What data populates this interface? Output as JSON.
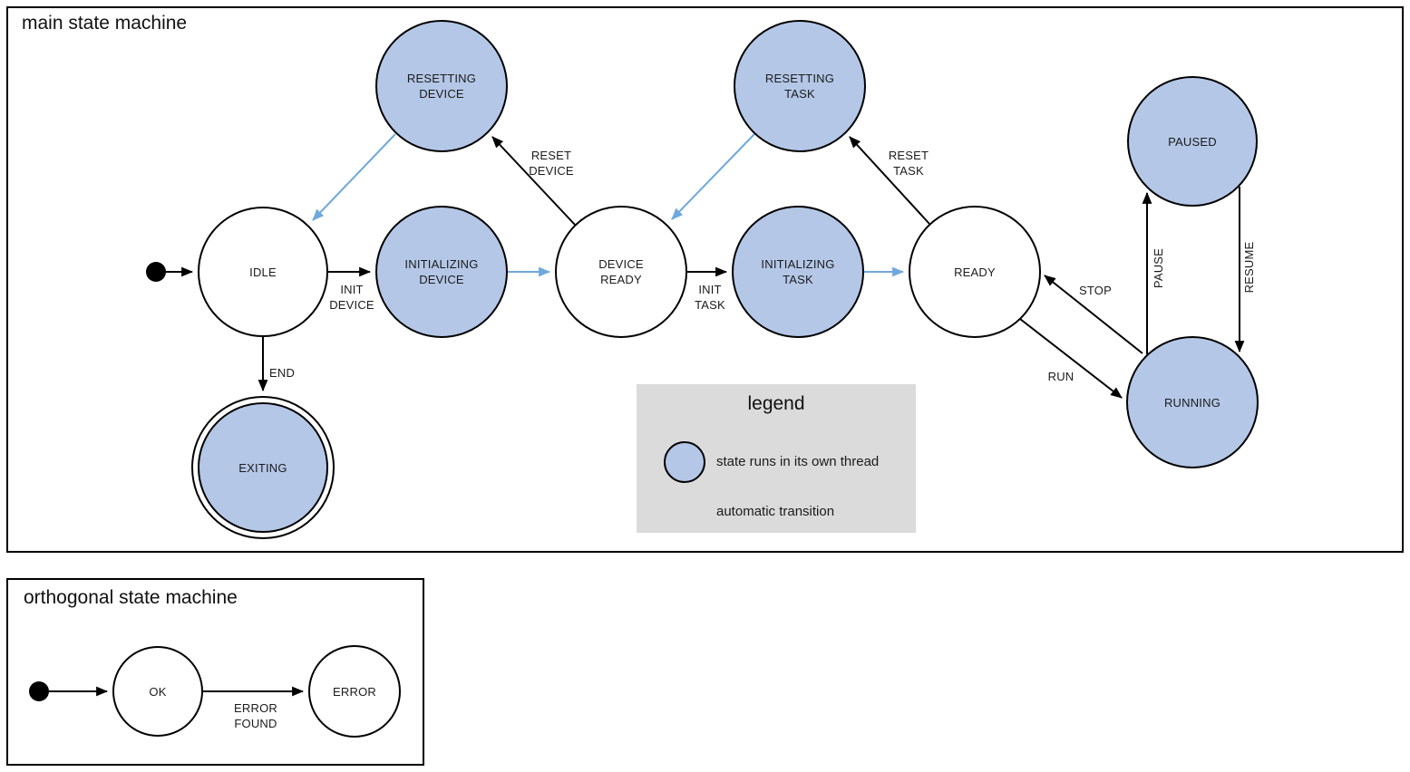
{
  "main": {
    "title": "main state machine",
    "states": {
      "idle": "IDLE",
      "resetting_device": "RESETTING\nDEVICE",
      "initializing_device": "INITIALIZING\nDEVICE",
      "device_ready": "DEVICE\nREADY",
      "resetting_task": "RESETTING\nTASK",
      "initializing_task": "INITIALIZING\nTASK",
      "ready": "READY",
      "paused": "PAUSED",
      "running": "RUNNING",
      "exiting": "EXITING"
    },
    "transitions": {
      "init_device": "INIT\nDEVICE",
      "reset_device": "RESET\nDEVICE",
      "init_task": "INIT\nTASK",
      "reset_task": "RESET\nTASK",
      "stop": "STOP",
      "run": "RUN",
      "pause": "PAUSE",
      "resume": "RESUME",
      "end": "END"
    }
  },
  "legend": {
    "title": "legend",
    "items": {
      "thread": "state runs in its own thread",
      "auto": "automatic transition"
    }
  },
  "ortho": {
    "title": "orthogonal state machine",
    "states": {
      "ok": "OK",
      "error": "ERROR"
    },
    "transitions": {
      "error_found": "ERROR\nFOUND"
    }
  },
  "colors": {
    "state_fill": "#b4c7e7",
    "auto_transition_blue": "#6fa8dc",
    "legend_bg": "#dbdbdb",
    "line_black": "#000000"
  }
}
